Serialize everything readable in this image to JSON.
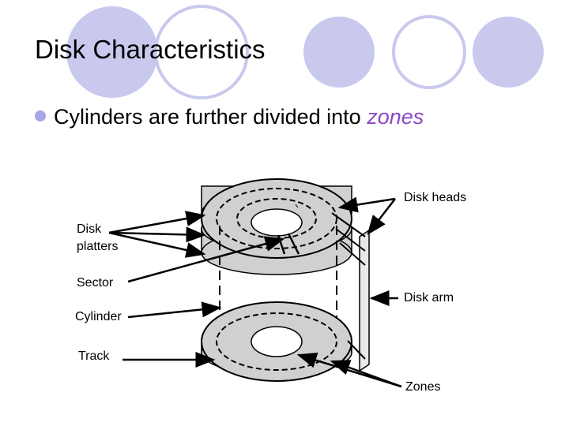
{
  "slide": {
    "title": "Disk Characteristics",
    "bullet_text": "Cylinders are further divided into",
    "bullet_emphasis": "zones"
  },
  "diagram": {
    "labels": {
      "disk_heads": "Disk heads",
      "disk_platters_line1": "Disk",
      "disk_platters_line2": "platters",
      "sector": "Sector",
      "disk_arm": "Disk arm",
      "cylinder": "Cylinder",
      "track": "Track",
      "zones": "Zones"
    }
  },
  "colors": {
    "deco_circle": "#c9c9ee",
    "bullet": "#a7a7e6",
    "emphasis": "#8a49c8",
    "platter_fill": "#d0d0d0"
  }
}
